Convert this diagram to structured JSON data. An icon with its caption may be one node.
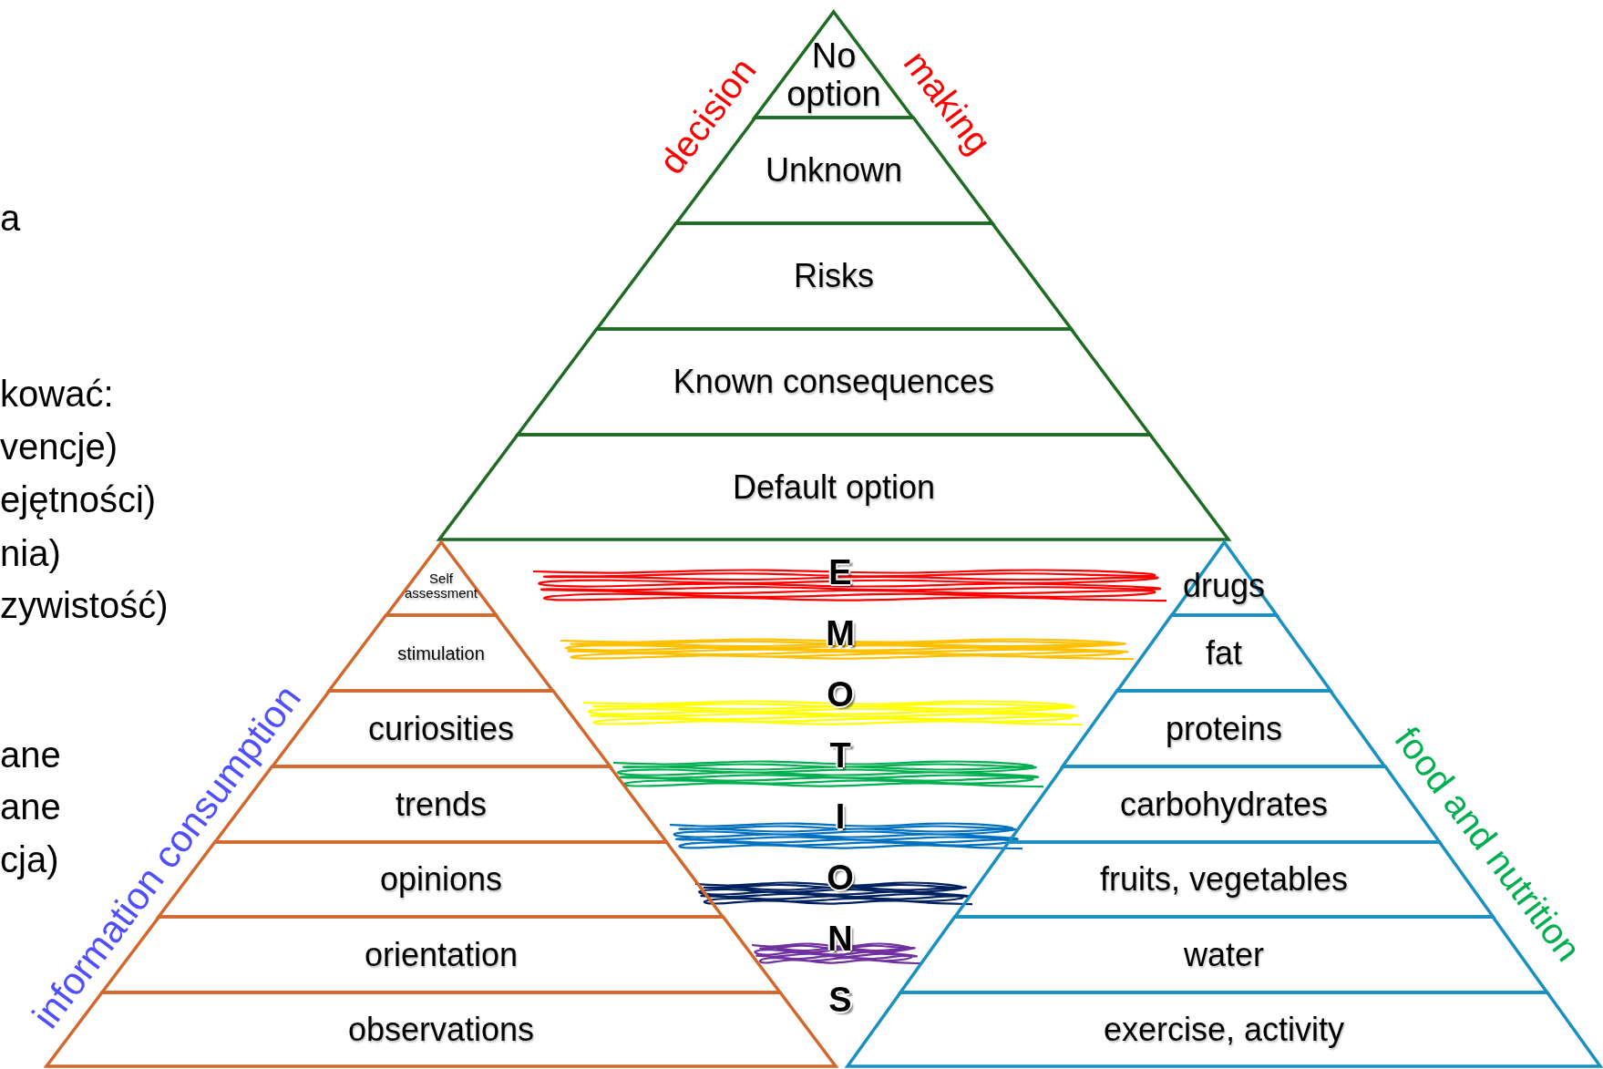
{
  "diagram": {
    "nodes": [
      {
        "text": [
          "No option"
        ]
      },
      {
        "text": [
          "Unknown"
        ]
      },
      {
        "text": [
          "Risks"
        ]
      },
      {
        "text": [
          "Known consequences"
        ]
      },
      {
        "text": [
          "Default option"
        ]
      },
      {
        "text": [
          "Self assessment"
        ]
      },
      {
        "text": [
          "stimulation"
        ]
      },
      {
        "text": [
          "curiosities"
        ]
      },
      {
        "text": [
          "trends"
        ]
      },
      {
        "text": [
          "opinions"
        ]
      },
      {
        "text": [
          "orientation"
        ]
      },
      {
        "text": [
          "observations"
        ]
      },
      {
        "text": [
          "drugs"
        ]
      },
      {
        "text": [
          "fat"
        ]
      },
      {
        "text": [
          "proteins"
        ]
      },
      {
        "text": [
          "carbohydrates"
        ]
      },
      {
        "text": [
          "fruits, vegetables"
        ]
      },
      {
        "text": [
          "water"
        ]
      },
      {
        "text": [
          "exercise, activity"
        ]
      }
    ],
    "labels": [
      "decision",
      "making",
      "a",
      "kować:",
      "vencje)",
      "ejętności)",
      "nia)",
      "zywistość)",
      "ane",
      "ane",
      "cja)",
      "information consumption",
      "EMOTIONS",
      "food and nutrition"
    ]
  }
}
